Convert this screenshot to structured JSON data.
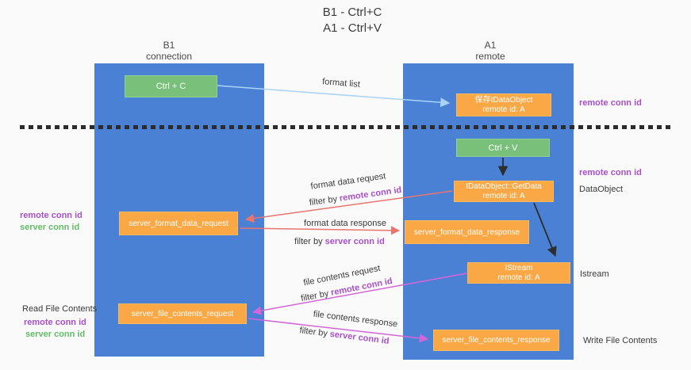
{
  "title": {
    "line1": "B1 - Ctrl+C",
    "line2": "A1 - Ctrl+V"
  },
  "lanes": {
    "left": {
      "name": "B1",
      "role": "connection"
    },
    "right": {
      "name": "A1",
      "role": "remote"
    }
  },
  "nodes": {
    "ctrl_c": {
      "label": "Ctrl + C"
    },
    "save_dataobject": {
      "line1": "保存IDataObject",
      "line2": "remote id: A"
    },
    "ctrl_v": {
      "label": "Ctrl + V"
    },
    "getdata": {
      "line1": "IDataObject::GetData",
      "line2": "remote id: A"
    },
    "server_format_data_request": {
      "label": "server_format_data_request"
    },
    "server_format_data_response": {
      "label": "server_format_data_response"
    },
    "istream": {
      "line1": "IStream",
      "line2": "remote id: A"
    },
    "server_file_contents_request": {
      "label": "server_file_contents_request"
    },
    "server_file_contents_response": {
      "label": "server_file_contents_response"
    }
  },
  "edges": {
    "format_list": {
      "label": "format list"
    },
    "format_data_request": {
      "label": "format data request",
      "filter_prefix": "filter by",
      "filter_key": "remote conn id"
    },
    "format_data_response": {
      "label": "format data response",
      "filter_prefix": "filter by",
      "filter_key": "server conn id"
    },
    "file_contents_request": {
      "label": "file contents request",
      "filter_prefix": "filter by",
      "filter_key": "remote conn id"
    },
    "file_contents_response": {
      "label": "file contents response",
      "filter_prefix": "filter by",
      "filter_key": "server conn id"
    }
  },
  "annotations": {
    "remote_conn_id_top": "remote conn id",
    "remote_conn_id_mid": "remote conn id",
    "dataobject": "DataObject",
    "istream_label": "Istream",
    "write_file_contents": "Write File Contents",
    "format_req_remote": "remote conn id",
    "format_req_server": "server conn id",
    "read_file_contents": "Read File Contents",
    "file_req_remote": "remote conn id",
    "file_req_server": "server conn id"
  },
  "colors": {
    "lane_blue": "#4a81d5",
    "node_orange": "#f9a845",
    "node_green": "#79c07a",
    "arrow_blue": "#a9d4f5",
    "arrow_red": "#e8756e",
    "arrow_magenta": "#d266d8",
    "arrow_black": "#2e2e2e",
    "label_purple": "#a84fc9",
    "label_green": "#63bd68"
  }
}
